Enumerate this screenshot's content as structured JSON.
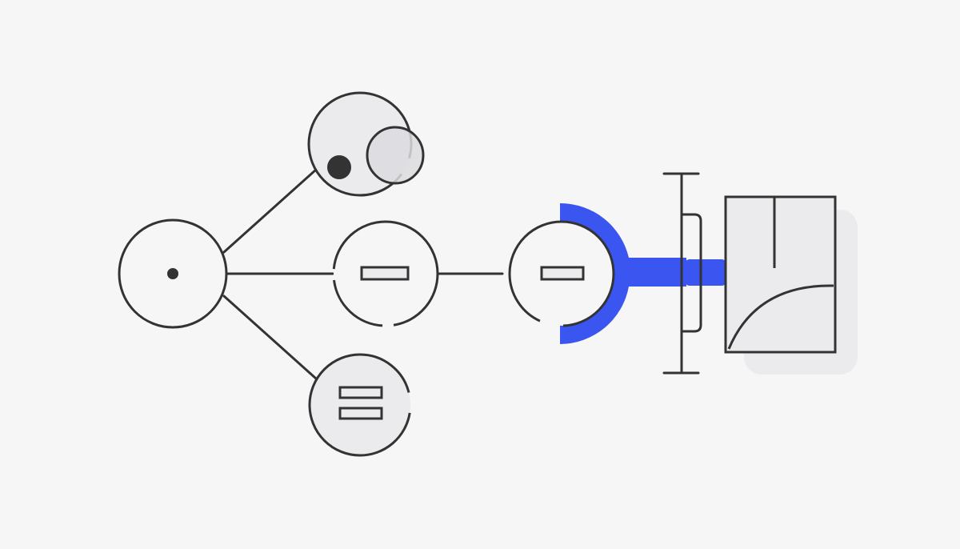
{
  "colors": {
    "background": "#f6f6f6",
    "stroke": "#333333",
    "fill_light": "#ebebed",
    "fill_mid": "#dcdcdf",
    "accent": "#3b55f0",
    "panel_shadow": "#e9e9ec"
  },
  "nodes": [
    {
      "id": "root",
      "icon": "dot-icon"
    },
    {
      "id": "top",
      "icon": "overlap-circles-icon"
    },
    {
      "id": "middle",
      "icon": "bar-icon"
    },
    {
      "id": "bottom",
      "icon": "double-bar-icon"
    },
    {
      "id": "connector",
      "icon": "bar-icon"
    }
  ],
  "edges": [
    {
      "from": "root",
      "to": "top"
    },
    {
      "from": "root",
      "to": "middle"
    },
    {
      "from": "root",
      "to": "bottom"
    },
    {
      "from": "middle",
      "to": "connector"
    }
  ],
  "output_panel": {
    "icon": "curve-chart-icon"
  }
}
